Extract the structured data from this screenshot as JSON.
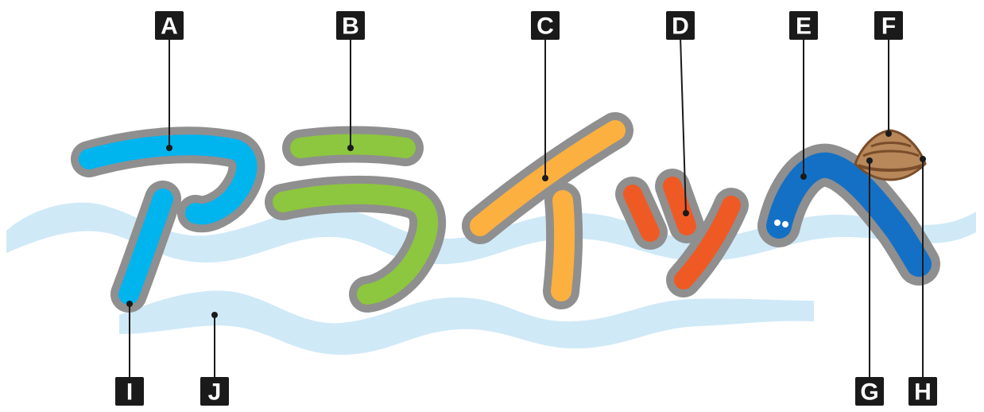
{
  "labels": {
    "a": "A",
    "b": "B",
    "c": "C",
    "d": "D",
    "e": "E",
    "f": "F",
    "g": "G",
    "h": "H",
    "i": "I",
    "j": "J"
  },
  "colors": {
    "outline": "#8f8f8f",
    "water": "#cfe9f7",
    "a_fill": "#00b4ee",
    "b_fill": "#8dc63f",
    "c_fill": "#fbb040",
    "d_fill": "#ef5a24",
    "e_fill": "#1470c4",
    "shell": "#b8875a",
    "shell_stripe": "#7a4d2a"
  },
  "icons": {
    "a": "katakana-a-stroke",
    "b": "katakana-ra-stroke",
    "c": "katakana-i-stroke",
    "d": "katakana-small-tsu-stroke",
    "e": "katakana-he-eel",
    "f": "clam-shell",
    "j": "water-wave"
  }
}
